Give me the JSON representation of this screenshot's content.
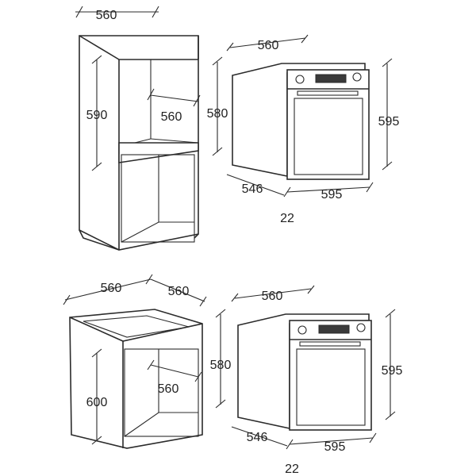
{
  "diagram": {
    "panel_tall_cabinet": {
      "width": "560",
      "height": "590",
      "depth": "560"
    },
    "panel_oven_top": {
      "width": "560",
      "height_recess": "580",
      "height": "595",
      "depth": "546",
      "front_width": "595",
      "front_thickness": "22"
    },
    "panel_base_cabinet": {
      "width": "560",
      "depth_top": "560",
      "height": "600",
      "depth": "560"
    },
    "panel_oven_bottom": {
      "width": "560",
      "height_recess": "580",
      "height": "595",
      "depth": "546",
      "front_width": "595",
      "front_thickness": "22"
    },
    "line_color": "#2b2b2b"
  }
}
